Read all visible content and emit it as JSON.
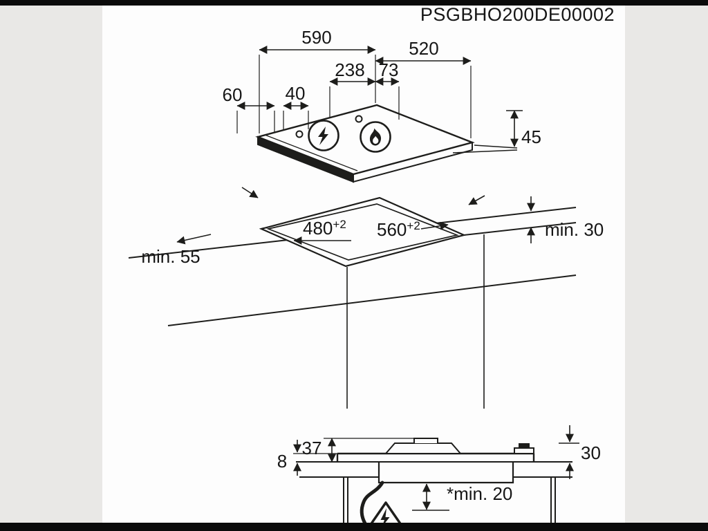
{
  "page": {
    "drawing_number": "PSGBHO200DE00002"
  },
  "colors": {
    "ink": "#1d1d1b",
    "paper": "#fdfdfd",
    "background": "#e9e8e6",
    "letterbox_bar": "#0b0b0b"
  },
  "icons": {
    "electric_ignition": "lightning-icon",
    "gas_burner": "flame-icon",
    "electrical_hazard": "warning-triangle-icon"
  },
  "top_view": {
    "width": "590",
    "depth": "520",
    "dim_238": "238",
    "dim_73": "73",
    "dim_60": "60",
    "dim_40": "40",
    "height": "45"
  },
  "cutout_view": {
    "depth": "480",
    "depth_tolerance": "+2",
    "width": "560",
    "width_tolerance": "+2",
    "min_side_clearance": "min. 55",
    "min_rear_clearance": "min. 30"
  },
  "section_view": {
    "dim_8": "8",
    "dim_37": "37",
    "dim_30": "30",
    "min_below_clearance": "*min. 20"
  }
}
